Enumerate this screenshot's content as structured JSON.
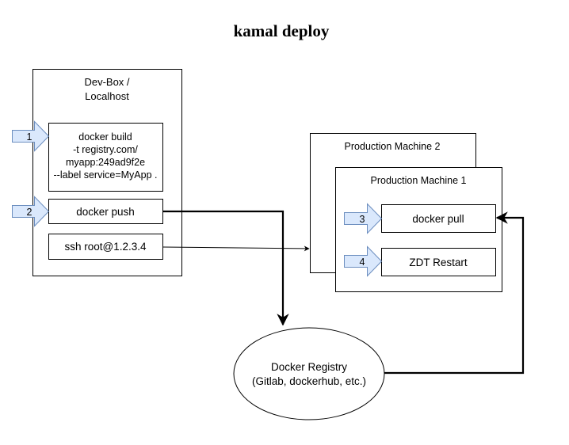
{
  "title": "kamal deploy",
  "devbox": {
    "label_line1": "Dev-Box /",
    "label_line2": "Localhost",
    "build_cmd": [
      "docker build",
      "-t registry.com/",
      "myapp:249ad9f2e",
      "--label service=MyApp ."
    ],
    "push_cmd": "docker push",
    "ssh_cmd": "ssh root@1.2.3.4"
  },
  "steps": [
    "1",
    "2",
    "3",
    "4"
  ],
  "production": {
    "machine2_label": "Production Machine 2",
    "machine1_label": "Production Machine 1",
    "pull_cmd": "docker pull",
    "restart_cmd": "ZDT Restart"
  },
  "registry": {
    "line1": "Docker Registry",
    "line2": "(Gitlab, dockerhub, etc.)"
  },
  "colors": {
    "step_arrow_fill": "#dae8fc",
    "step_arrow_stroke": "#6c8ebf",
    "stroke": "#000000"
  }
}
